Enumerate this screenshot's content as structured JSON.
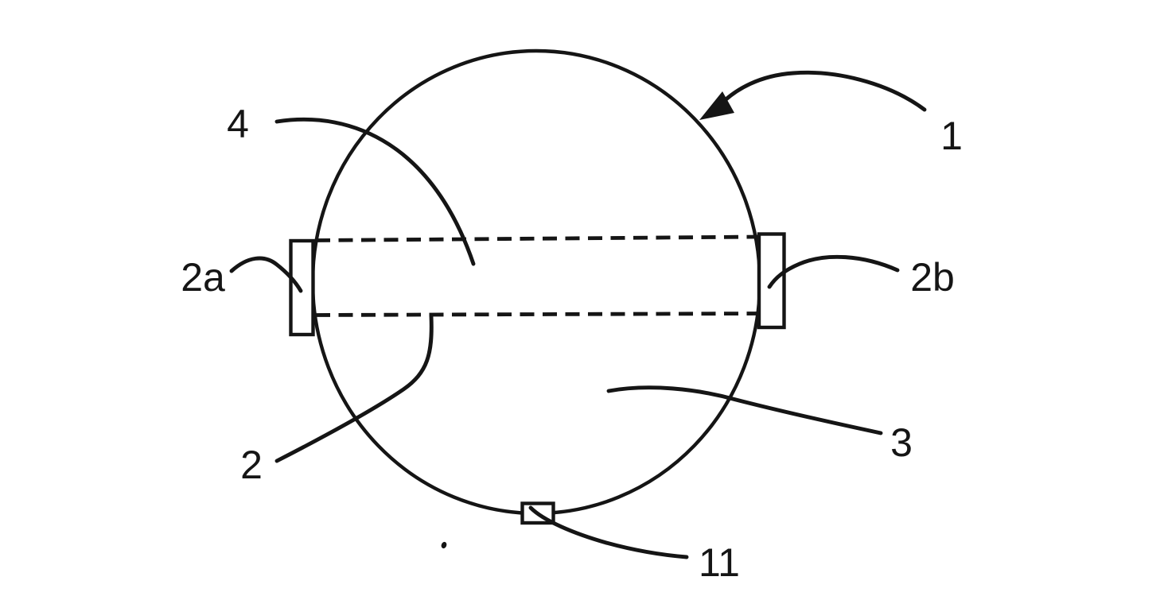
{
  "figure": {
    "kind": "patent-line-drawing",
    "background_color": "#ffffff",
    "line_color": "#151515",
    "labels": {
      "ref_1": "1",
      "ref_2": "2",
      "ref_2a": "2a",
      "ref_2b": "2b",
      "ref_3": "3",
      "ref_4": "4",
      "ref_11": "11"
    }
  }
}
